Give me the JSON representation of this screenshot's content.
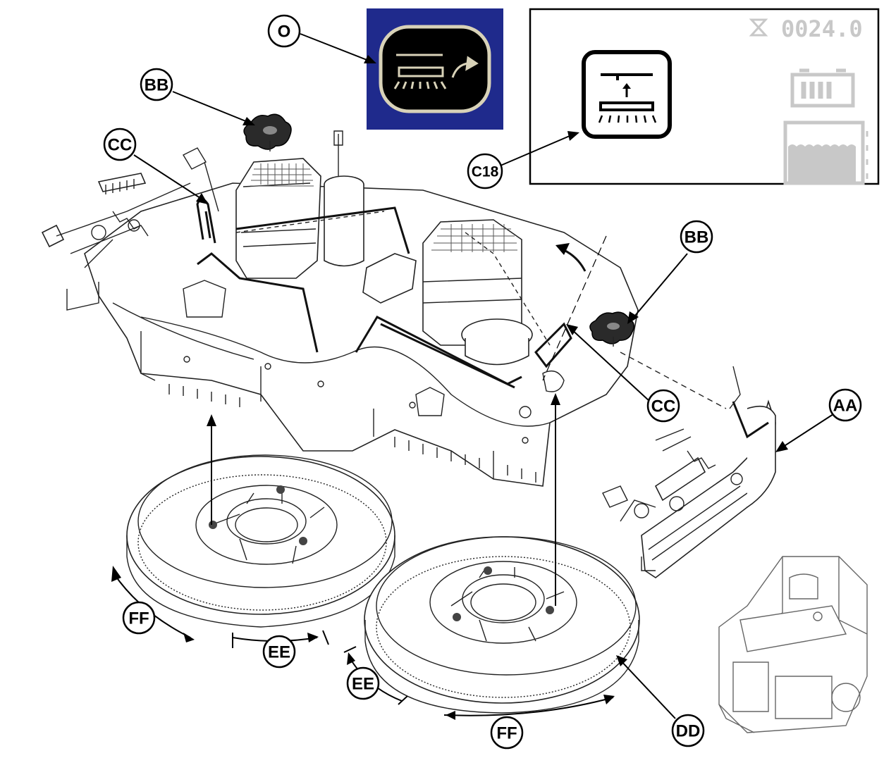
{
  "callouts": {
    "o": "O",
    "bb_left": "BB",
    "bb_right": "BB",
    "cc_left": "CC",
    "cc_right": "CC",
    "c18": "C18",
    "aa": "AA",
    "dd": "DD",
    "ee_left": "EE",
    "ee_right": "EE",
    "ff_left": "FF",
    "ff_right": "FF"
  },
  "display": {
    "hour_meter": "0024.0",
    "icons": [
      "hourglass-icon",
      "brush-lift-icon",
      "battery-icon",
      "tank-level-icon"
    ]
  },
  "colors": {
    "button_bg": "#1f2a8c",
    "line": "#000000",
    "display_gray": "#c8c8c8"
  }
}
